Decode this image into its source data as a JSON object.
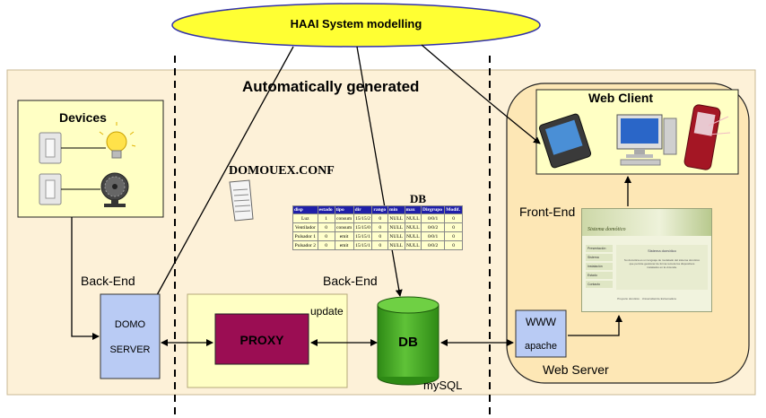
{
  "title": "HAAI System modelling",
  "auto_label": "Automatically generated",
  "devices": {
    "label": "Devices"
  },
  "config_file": {
    "label": "DOMOUEX.CONF"
  },
  "db_table": {
    "title": "DB",
    "headers": [
      "disp",
      "estado",
      "tipo",
      "dir",
      "rango",
      "min",
      "max",
      "Dirgrupo",
      "Modif."
    ],
    "rows": [
      [
        "Luz",
        "1",
        "consum",
        "15/15/2",
        "0",
        "NULL",
        "NULL",
        "0/0/1",
        "0"
      ],
      [
        "Ventilador",
        "0",
        "consum",
        "15/15/0",
        "0",
        "NULL",
        "NULL",
        "0/0/2",
        "0"
      ],
      [
        "Pulsador 1",
        "0",
        "emit",
        "15/15/1",
        "0",
        "NULL",
        "NULL",
        "0/0/1",
        "0"
      ],
      [
        "Pulsador 2",
        "0",
        "emit",
        "15/15/1",
        "0",
        "NULL",
        "NULL",
        "0/0/2",
        "0"
      ]
    ]
  },
  "web_client": {
    "label": "Web Client"
  },
  "front_end": "Front-End",
  "back_end_left": "Back-End",
  "back_end_center": "Back-End",
  "domo_server": {
    "line1": "DOMO",
    "line2": "SERVER"
  },
  "proxy": {
    "label": "PROXY"
  },
  "update_label": "update",
  "db_cylinder": {
    "label": "DB"
  },
  "mysql_label": "mySQL",
  "www_box": {
    "line1": "WWW",
    "line2": "apache"
  },
  "web_server_label": "Web Server",
  "webpage": {
    "title": "Sistema domótico",
    "heading": "Sistema domótico",
    "nav": [
      "Presentación",
      "Sistema",
      "Instalación",
      "Estado",
      "Contacto"
    ],
    "body": "Su domótica es un lenguaje de modelado del sistema domótico que permite gestionar de forma remota los dispositivos instalados en la vivienda.",
    "footer": "Proyecto domótico · Universidad de Extremadura"
  },
  "colors": {
    "background_band": "#fdf1d8",
    "panel_yellow": "#ffffc4",
    "panel_orange": "#fde7b5",
    "ellipse_fill": "#ffff33",
    "ellipse_stroke": "#3333aa",
    "domo_fill": "#b9cbf4",
    "proxy_fill": "#9b0d53",
    "db_green": "#44aa22",
    "www_fill": "#b9cbf4"
  }
}
